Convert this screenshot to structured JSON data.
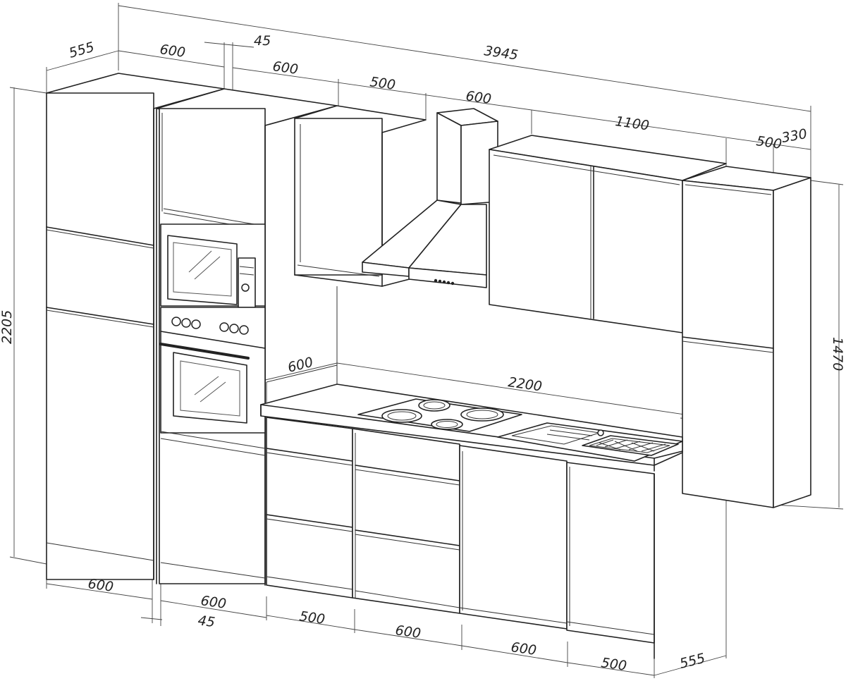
{
  "dimensions": {
    "top_left_depth": "555",
    "top_width_tall_1": "600",
    "top_gap_45": "45",
    "top_width_tall_2": "600",
    "top_width_wall_1": "500",
    "top_width_hood": "600",
    "top_width_wall_2": "1100",
    "top_width_tall_3": "500",
    "top_depth_right": "330",
    "overall_width": "3945",
    "overall_height": "2205",
    "right_tall_height": "1470",
    "counter_depth": "600",
    "counter_length": "2200",
    "bottom_w1": "600",
    "bottom_w2": "600",
    "bottom_gap_45": "45",
    "bottom_w3": "500",
    "bottom_w4": "600",
    "bottom_w5": "600",
    "bottom_w6": "500",
    "bottom_depth_right": "555"
  }
}
